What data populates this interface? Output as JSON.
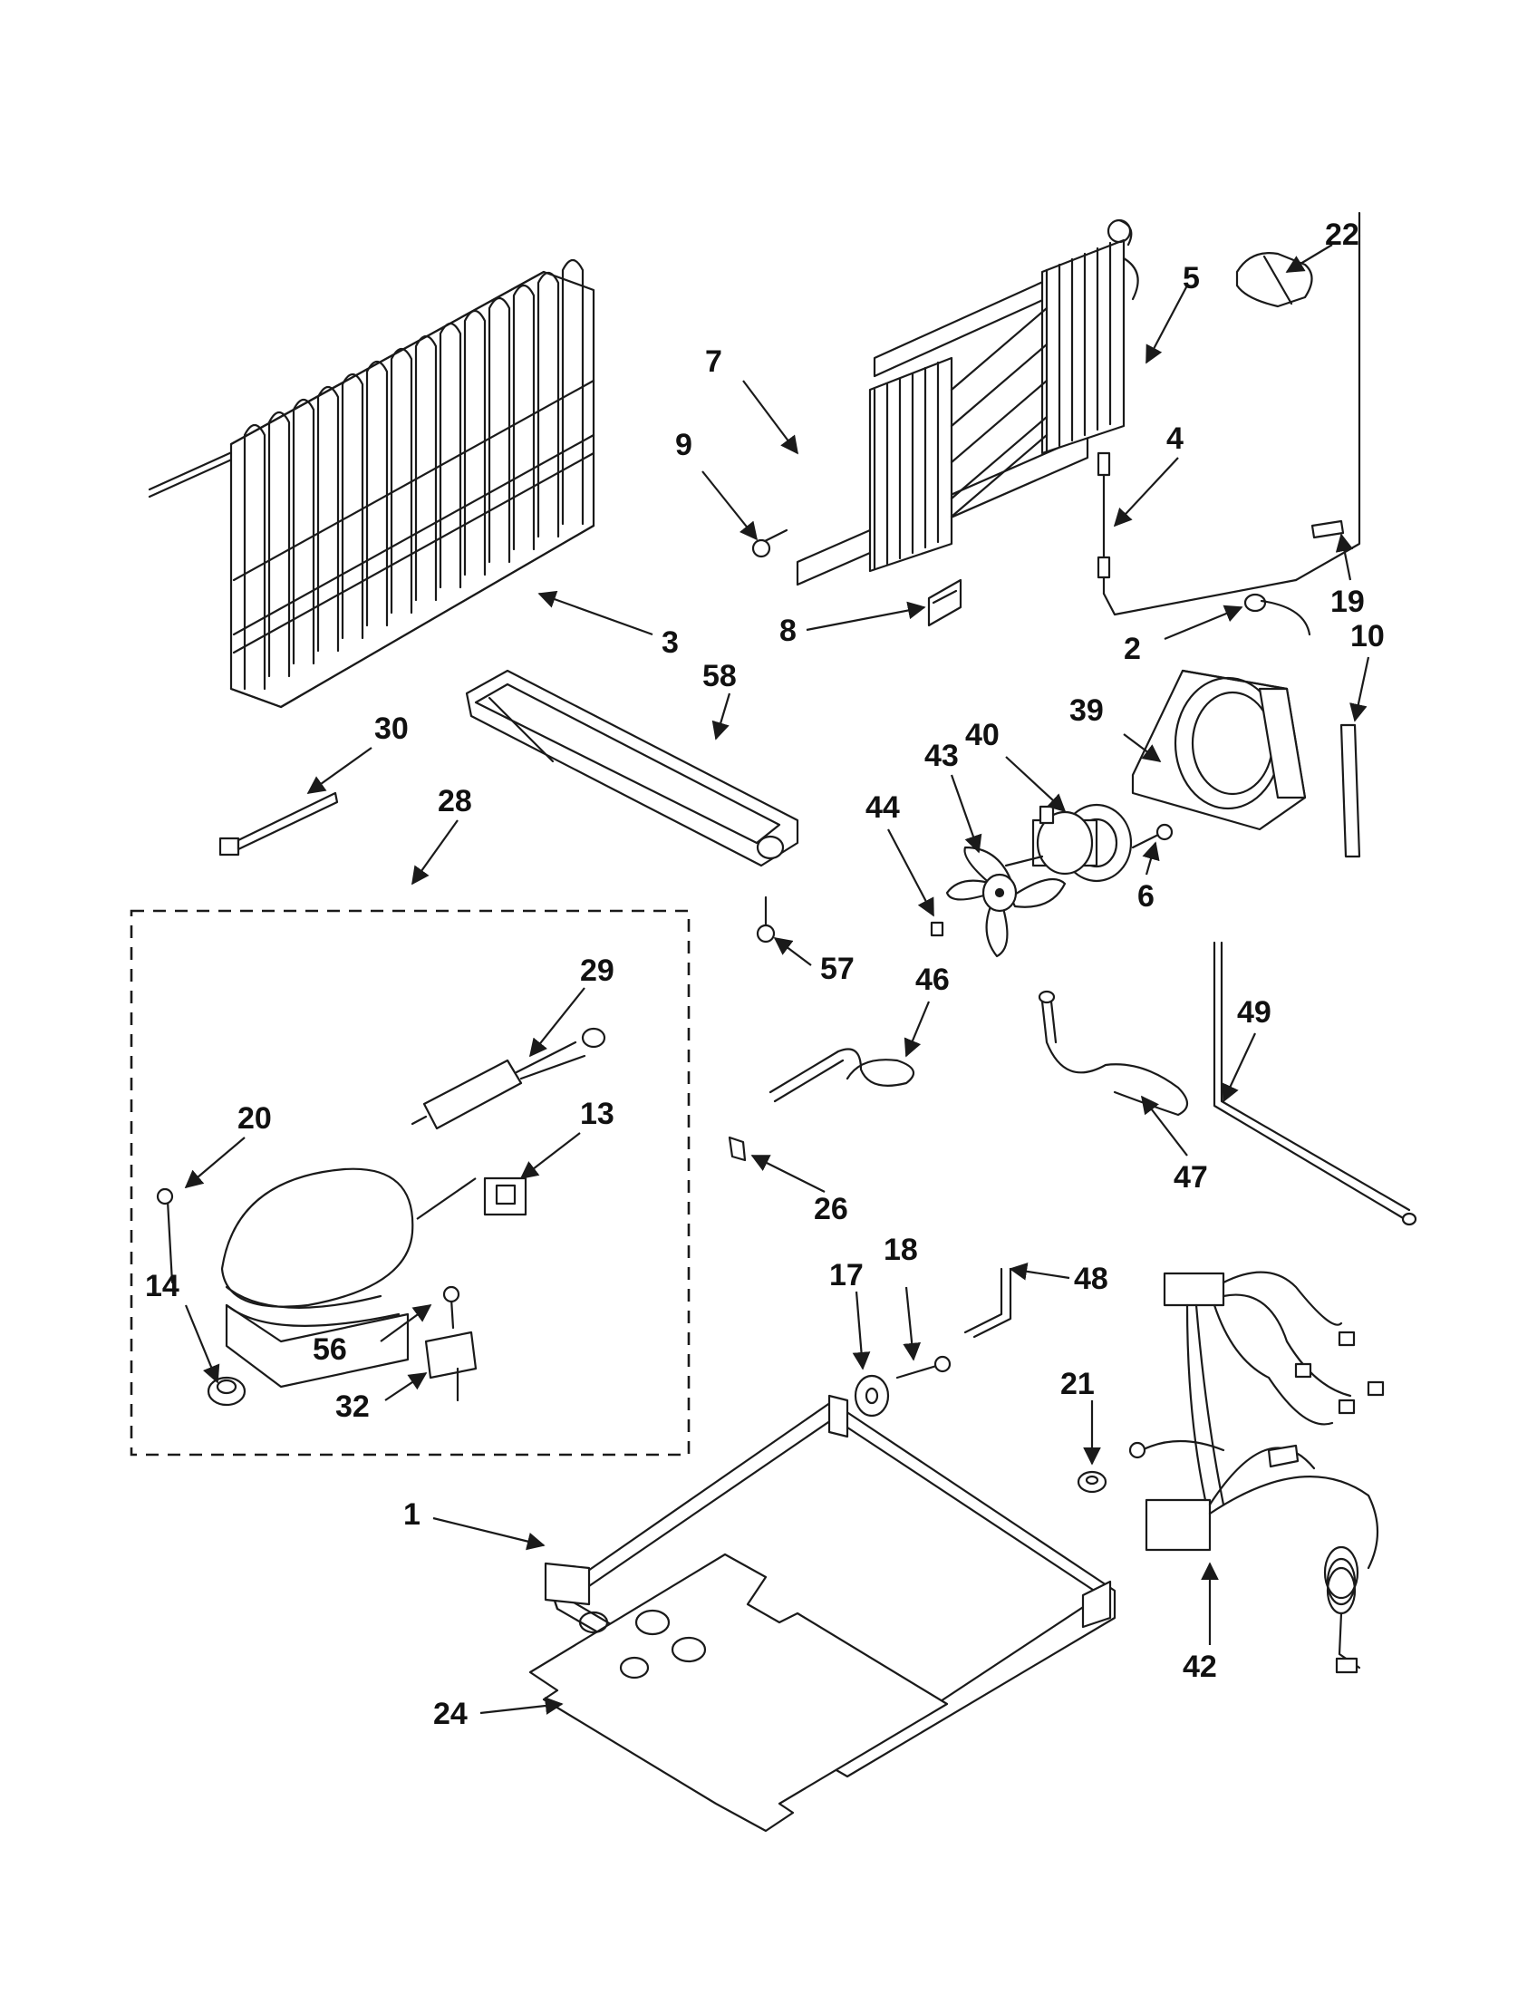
{
  "diagram": {
    "callouts": [
      {
        "id": "1",
        "label": "1"
      },
      {
        "id": "2",
        "label": "2"
      },
      {
        "id": "3",
        "label": "3"
      },
      {
        "id": "4",
        "label": "4"
      },
      {
        "id": "5",
        "label": "5"
      },
      {
        "id": "6",
        "label": "6"
      },
      {
        "id": "7",
        "label": "7"
      },
      {
        "id": "8",
        "label": "8"
      },
      {
        "id": "9",
        "label": "9"
      },
      {
        "id": "10",
        "label": "10"
      },
      {
        "id": "13",
        "label": "13"
      },
      {
        "id": "14",
        "label": "14"
      },
      {
        "id": "17",
        "label": "17"
      },
      {
        "id": "18",
        "label": "18"
      },
      {
        "id": "19",
        "label": "19"
      },
      {
        "id": "20",
        "label": "20"
      },
      {
        "id": "21",
        "label": "21"
      },
      {
        "id": "22",
        "label": "22"
      },
      {
        "id": "24",
        "label": "24"
      },
      {
        "id": "26",
        "label": "26"
      },
      {
        "id": "28",
        "label": "28"
      },
      {
        "id": "29",
        "label": "29"
      },
      {
        "id": "30",
        "label": "30"
      },
      {
        "id": "32",
        "label": "32"
      },
      {
        "id": "39",
        "label": "39"
      },
      {
        "id": "40",
        "label": "40"
      },
      {
        "id": "42",
        "label": "42"
      },
      {
        "id": "43",
        "label": "43"
      },
      {
        "id": "44",
        "label": "44"
      },
      {
        "id": "46",
        "label": "46"
      },
      {
        "id": "47",
        "label": "47"
      },
      {
        "id": "48",
        "label": "48"
      },
      {
        "id": "49",
        "label": "49"
      },
      {
        "id": "56",
        "label": "56"
      },
      {
        "id": "57",
        "label": "57"
      },
      {
        "id": "58",
        "label": "58"
      }
    ]
  }
}
